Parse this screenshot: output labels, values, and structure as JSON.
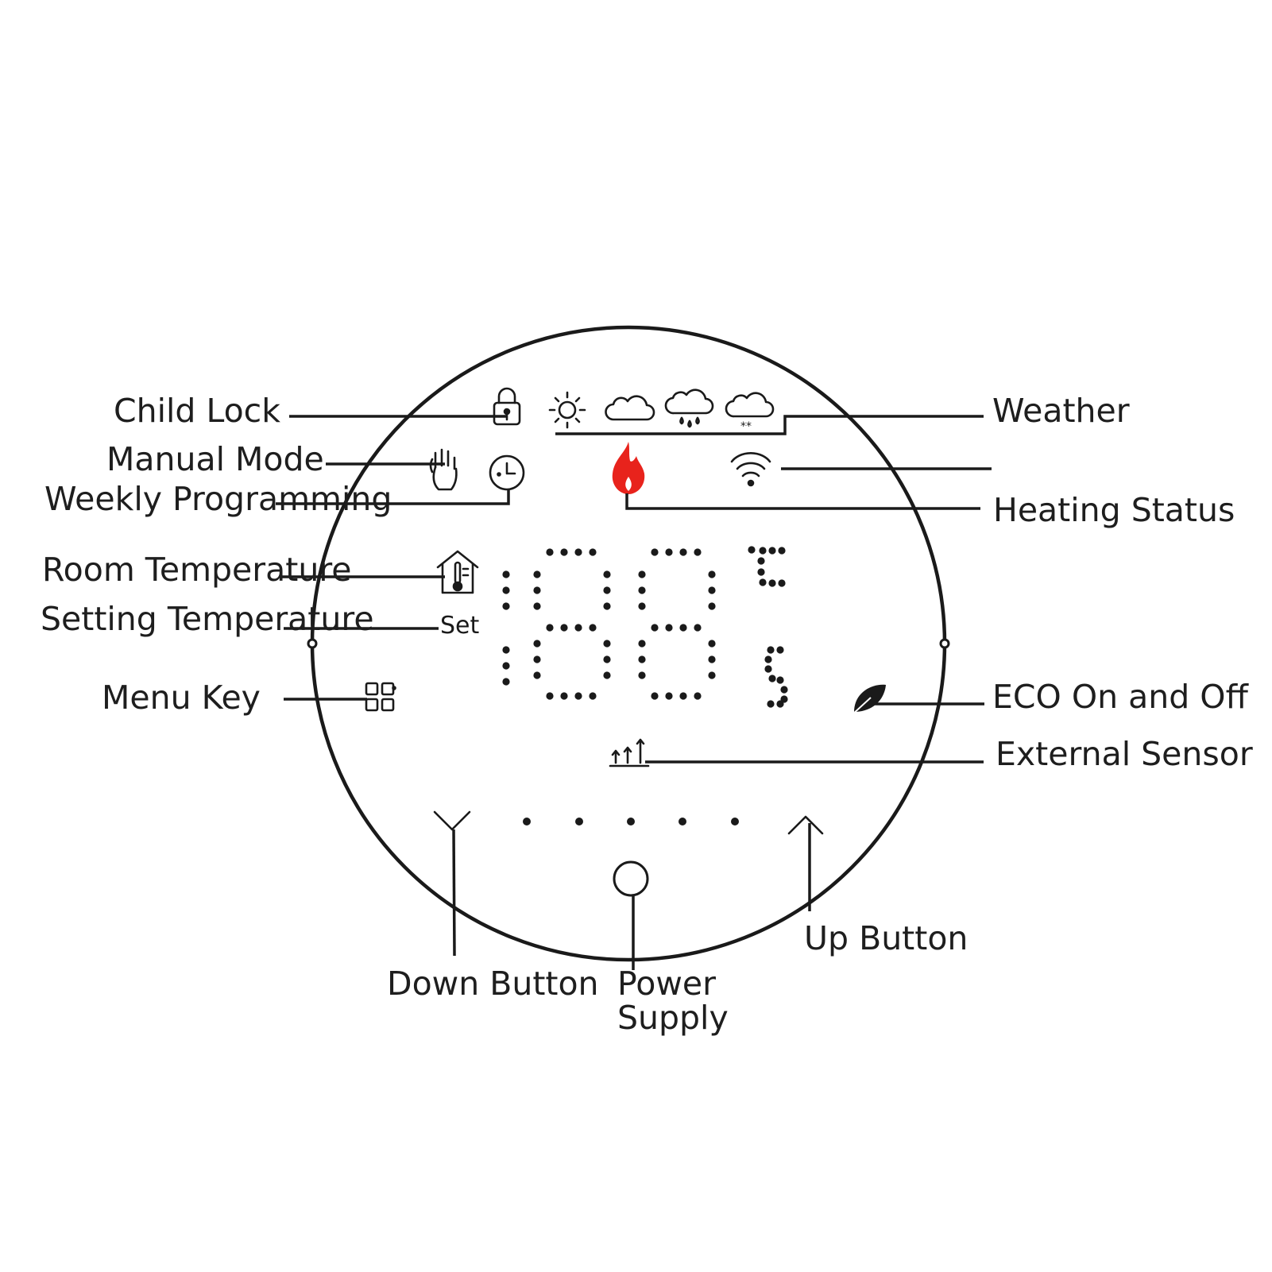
{
  "labels": {
    "child_lock": "Child Lock",
    "manual_mode": "Manual Mode",
    "weekly_programming": "Weekly Programming",
    "room_temperature": "Room Temperature",
    "setting_temperature": "Setting Temperature",
    "menu_key": "Menu Key",
    "weather": "Weather",
    "heating_status": "Heating Status",
    "eco": "ECO On and Off",
    "external_sensor": "External Sensor",
    "down_button": "Down Button",
    "power_supply_line1": "Power",
    "power_supply_line2": "Supply",
    "up_button": "Up Button"
  },
  "display": {
    "set_text": "Set",
    "unit_celsius": "°C",
    "unit_seconds_glyph": "S"
  },
  "icons": {
    "child_lock": "lock-icon",
    "weather": [
      "sun-icon",
      "cloud-icon",
      "rain-cloud-icon",
      "snow-cloud-icon"
    ],
    "manual_mode": "hand-icon",
    "weekly_programming": "clock-icon",
    "heating_status": "flame-icon",
    "wifi": "wifi-icon",
    "room_temperature": "house-thermometer-icon",
    "menu_key": "menu-grid-icon",
    "eco": "leaf-icon",
    "external_sensor": "external-sensor-icon",
    "down_button": "chevron-down-icon",
    "up_button": "arrow-up-icon",
    "power_supply": "power-button-icon"
  },
  "colors": {
    "outline": "#1a1a1a",
    "label_text": "#1e1e1e",
    "flame": "#e8231c",
    "background": "#ffffff"
  }
}
